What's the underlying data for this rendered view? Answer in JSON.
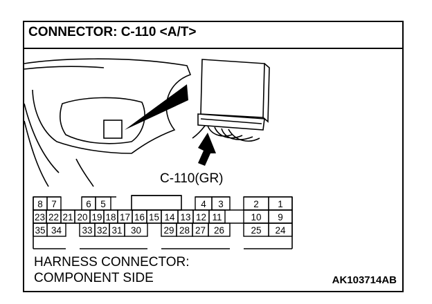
{
  "title": "CONNECTOR: C-110 <A/T>",
  "connector_label": "C-110(GR)",
  "harness_line1": "HARNESS CONNECTOR:",
  "harness_line2": "COMPONENT SIDE",
  "figure_code": "AK103714AB",
  "pins": {
    "row1": [
      "8",
      "7",
      "6",
      "5",
      "4",
      "3",
      "2",
      "1"
    ],
    "row2": [
      "23",
      "22",
      "21",
      "20",
      "19",
      "18",
      "17",
      "16",
      "15",
      "14",
      "13",
      "12",
      "11",
      "10",
      "9"
    ],
    "row3": [
      "35",
      "34",
      "33",
      "32",
      "31",
      "30",
      "29",
      "28",
      "27",
      "26",
      "25",
      "24"
    ]
  }
}
